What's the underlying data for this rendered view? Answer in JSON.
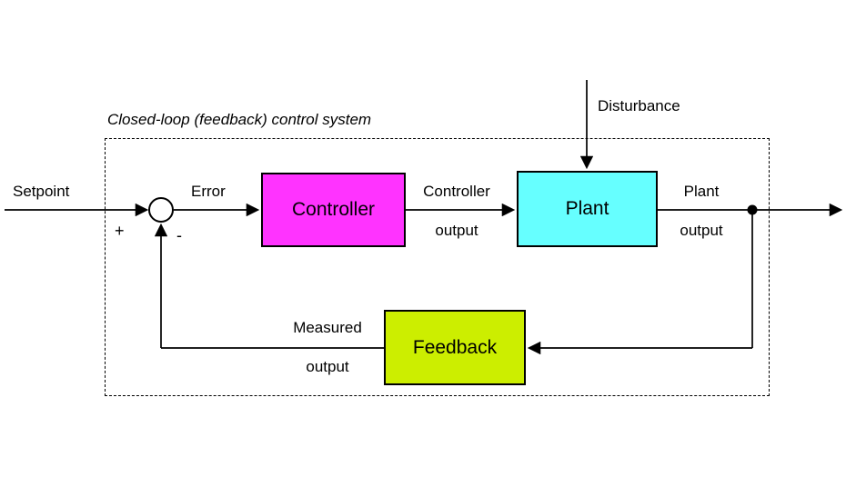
{
  "diagram": {
    "title": "Closed-loop (feedback) control system",
    "labels": {
      "setpoint": "Setpoint",
      "error": "Error",
      "disturbance": "Disturbance",
      "controller_output": [
        "Controller",
        "output"
      ],
      "plant_output": [
        "Plant",
        "output"
      ],
      "measured_output": [
        "Measured",
        "output"
      ]
    },
    "signs": {
      "plus": "+",
      "minus": "-"
    },
    "blocks": {
      "controller": {
        "label": "Controller",
        "color": "#ff33ff"
      },
      "plant": {
        "label": "Plant",
        "color": "#66ffff"
      },
      "feedback": {
        "label": "Feedback",
        "color": "#ccee00"
      }
    },
    "line_color": "#000000"
  }
}
